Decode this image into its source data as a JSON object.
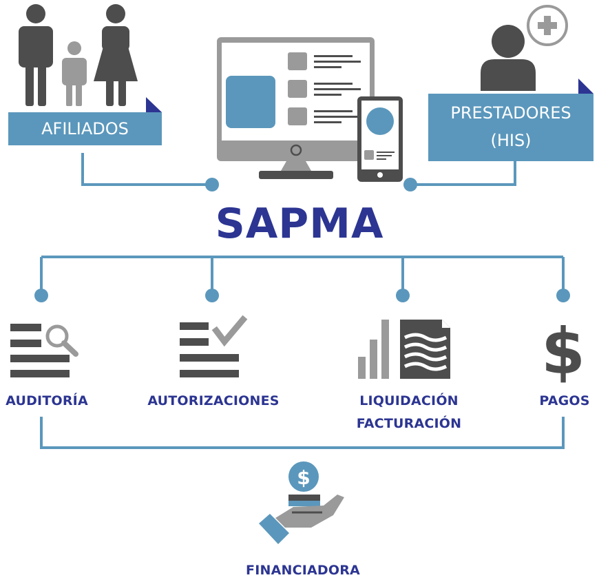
{
  "colors": {
    "primary_navy": "#2c3592",
    "accent_blue": "#5b97bc",
    "icon_dark": "#4d4d4d",
    "icon_gray": "#9a9a9a",
    "background": "#ffffff"
  },
  "diagram": {
    "title": "SAPMA",
    "top_left": {
      "label": "AFILIADOS",
      "icon": "family-icon"
    },
    "top_center": {
      "icon": "devices-icon"
    },
    "top_right": {
      "label_line1": "PRESTADORES",
      "label_line2": "(HIS)",
      "icon": "provider-plus-icon"
    },
    "modules": [
      {
        "label": "AUDITORÍA",
        "icon": "audit-search-icon"
      },
      {
        "label": "AUTORIZACIONES",
        "icon": "authorization-check-icon"
      },
      {
        "label_line1": "LIQUIDACIÓN",
        "label_line2": "FACTURACIÓN",
        "icon": "billing-chart-icon"
      },
      {
        "label": "PAGOS",
        "icon": "dollar-icon"
      }
    ],
    "bottom": {
      "label": "FINANCIADORA",
      "icon": "hand-money-icon"
    }
  }
}
